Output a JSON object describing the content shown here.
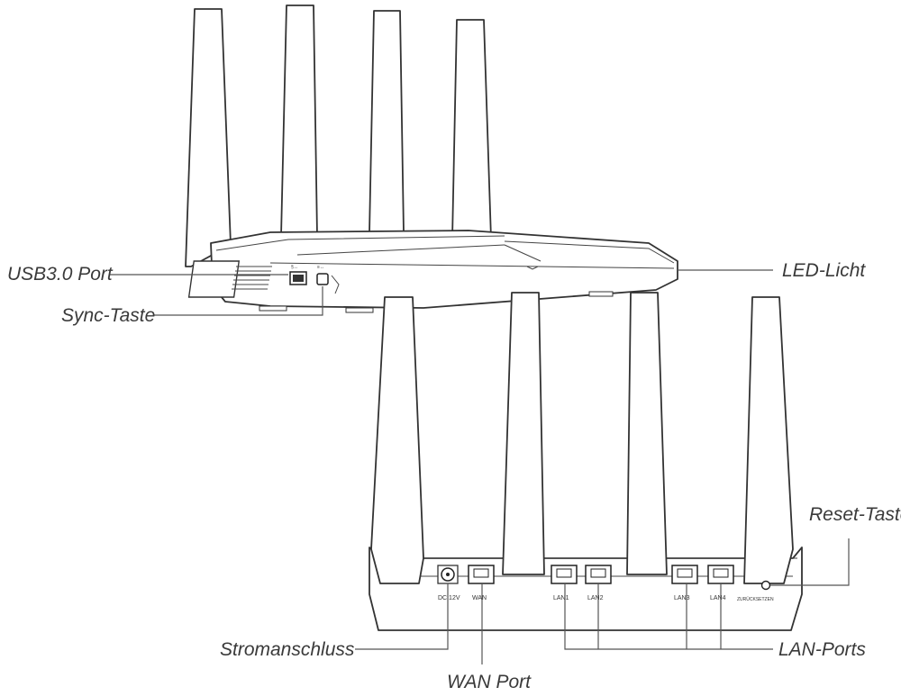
{
  "callouts": {
    "usb": "USB3.0 Port",
    "sync": "Sync-Taste",
    "led": "LED-Licht",
    "reset": "Reset-Taste",
    "power": "Stromanschluss",
    "wan": "WAN Port",
    "lan": "LAN-Ports"
  },
  "side_panel": {
    "usb_mark": "§↔",
    "sync_mark": "≡↔"
  },
  "rear_panel": {
    "dc": "DC 12V",
    "wan": "WAN",
    "lan1": "LAN1",
    "lan2": "LAN2",
    "lan3": "LAN3",
    "lan4": "LAN4",
    "reset": "ZURÜCKSETZEN"
  }
}
